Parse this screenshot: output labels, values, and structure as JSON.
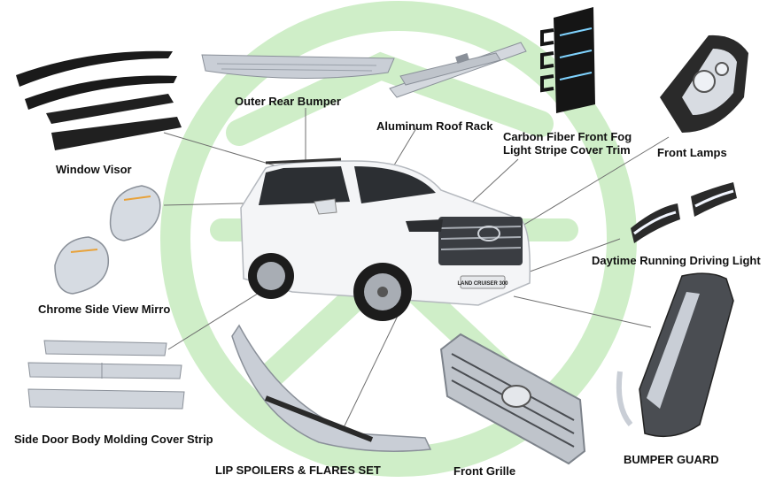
{
  "colors": {
    "watermark": "#cfeec8",
    "car_body": "#f4f5f7",
    "chrome": "#c9ced6",
    "dark_trim": "#1c1c1c",
    "leader_line": "#6f6f6f"
  },
  "labels": {
    "window_visor": "Window Visor",
    "outer_rear_bumper": "Outer Rear Bumper",
    "aluminum_roof_rack": "Aluminum Roof Rack",
    "carbon_fiber_fog": "Carbon Fiber Front Fog Light Stripe Cover Trim",
    "front_lamps": "Front Lamps",
    "chrome_mirror": "Chrome Side View Mirro",
    "daytime_running": "Daytime Running Driving Light",
    "side_door_molding": "Side Door Body Molding Cover Strip",
    "lip_spoilers": "LIP SPOILERS & FLARES SET",
    "front_grille": "Front Grille",
    "bumper_guard": "BUMPER GUARD"
  },
  "car": {
    "badge_text": "LAND CRUISER 300"
  }
}
